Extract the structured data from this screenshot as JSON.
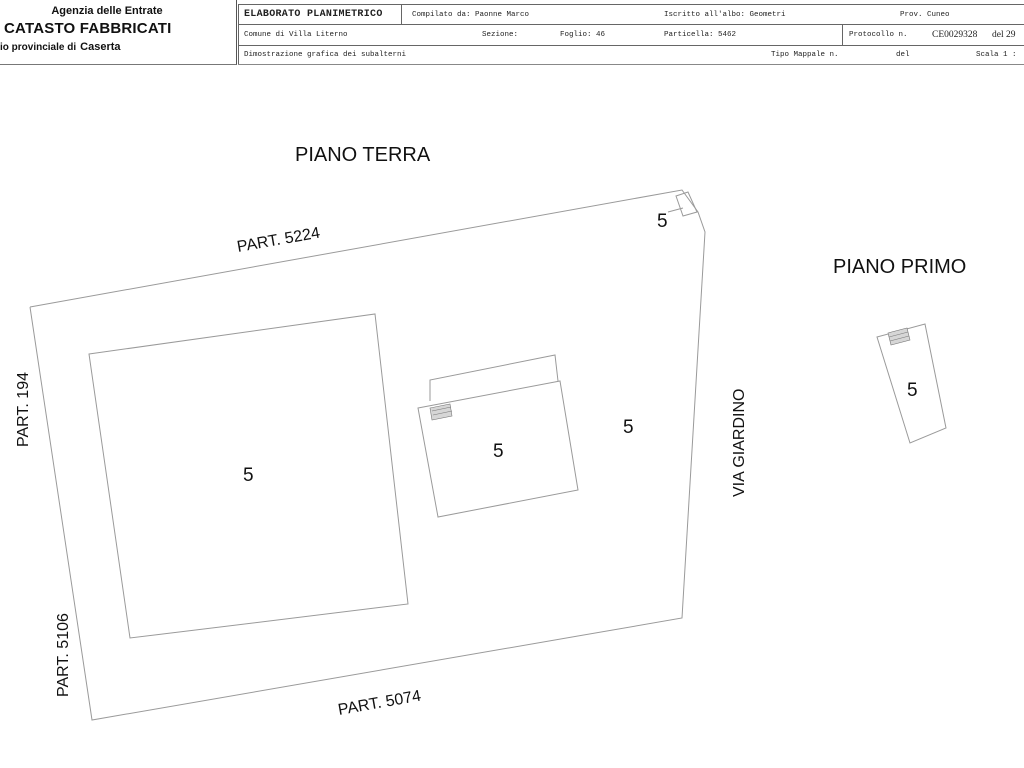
{
  "header": {
    "agency": "Agenzia delle Entrate",
    "service": "CATASTO FABBRICATI",
    "office_prefix": "io provinciale di",
    "office_city": "Caserta",
    "document_title": "ELABORATO PLANIMETRICO",
    "compiled_by": "Compilato da: Paonne Marco",
    "registered": "Iscritto all'albo: Geometri",
    "province": "Prov. Cuneo",
    "comune": "Comune di Villa Literno",
    "sezione": "Sezione:",
    "foglio": "Foglio: 46",
    "particella": "Particella: 5462",
    "protocollo_label": "Protocollo n.",
    "protocollo_value": "CE0029328",
    "protocollo_del": "del 29",
    "description": "Dimostrazione grafica dei subalterni",
    "tipo_mappale": "Tipo Mappale n.",
    "del": "del",
    "scala": "Scala 1 :"
  },
  "drawing": {
    "floor_ground": "PIANO TERRA",
    "floor_first": "PIANO PRIMO",
    "boundaries": {
      "north": "PART. 5224",
      "west": "PART. 194",
      "southwest": "PART. 5106",
      "south": "PART. 5074",
      "east": "VIA GIARDINO"
    },
    "subalterni": [
      "5",
      "5",
      "5",
      "5",
      "5"
    ],
    "colors": {
      "line": "#9a9a9a",
      "text": "#111111"
    }
  }
}
